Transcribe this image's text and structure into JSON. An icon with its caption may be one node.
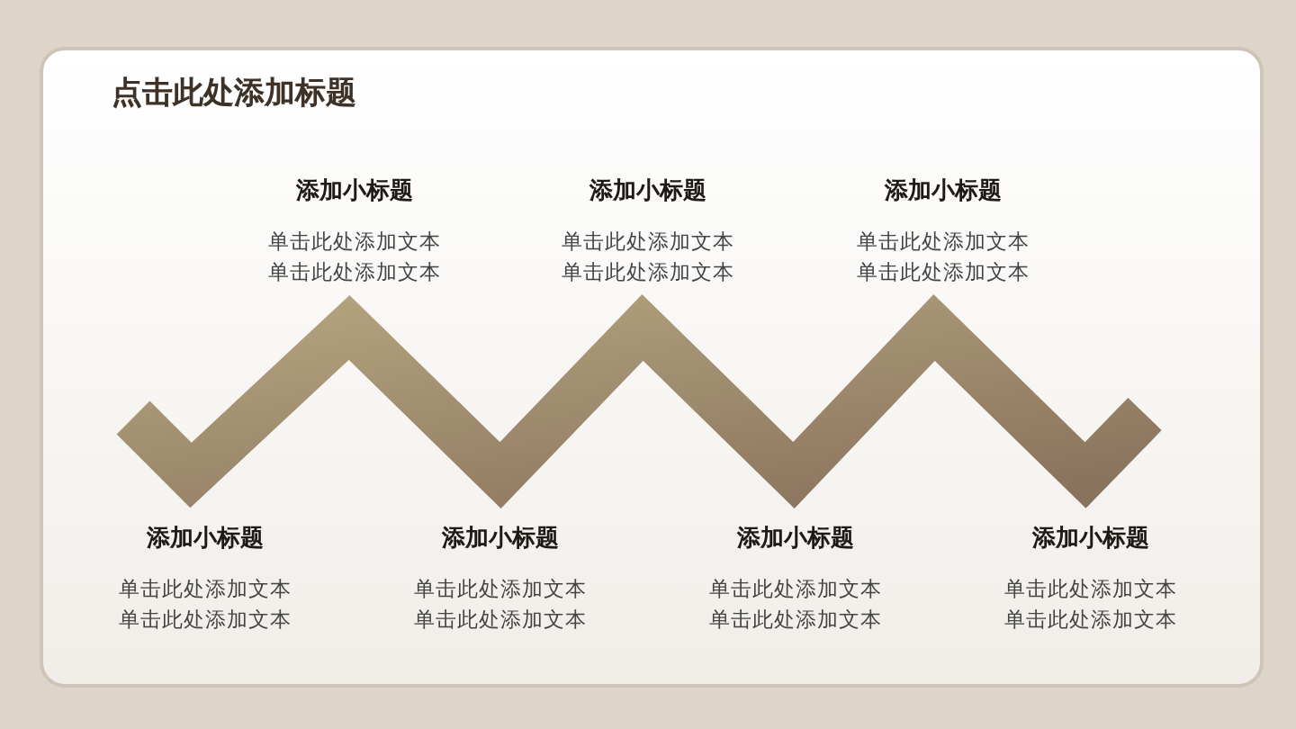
{
  "diagram": {
    "title": "点击此处添加标题",
    "labels": [
      "添加小标题",
      "单击此处添加文本单击此处添加文本",
      "添加小标题",
      "单击此处添加文本单击此处添加文本",
      "添加小标题",
      "单击此处添加文本单击此处添加文本",
      "添加小标题",
      "单击此处添加文本单击此处添加文本",
      "添加小标题",
      "单击此处添加文本单击此处添加文本",
      "添加小标题",
      "单击此处添加文本单击此处添加文本",
      "添加小标题",
      "单击此处添加文本单击此处添加文本"
    ]
  }
}
